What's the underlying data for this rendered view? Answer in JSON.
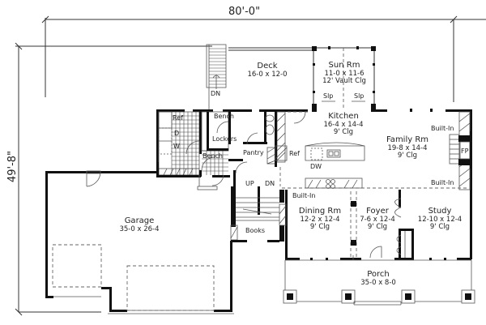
{
  "plan": {
    "overall_width": "80'-0\"",
    "overall_depth": "49'-8\"",
    "rooms": [
      {
        "id": "deck",
        "name": "Deck",
        "dims": "16-0 x 12-0",
        "ceiling": ""
      },
      {
        "id": "sun-rm",
        "name": "Sun Rm",
        "dims": "11-0 x 11-6",
        "ceiling": "12' Vault Clg"
      },
      {
        "id": "kitchen",
        "name": "Kitchen",
        "dims": "16-4 x 14-4",
        "ceiling": "9' Clg"
      },
      {
        "id": "family-rm",
        "name": "Family Rm",
        "dims": "19-8 x 14-4",
        "ceiling": "9' Clg"
      },
      {
        "id": "garage",
        "name": "Garage",
        "dims": "35-0 x 26-4",
        "ceiling": ""
      },
      {
        "id": "dining-rm",
        "name": "Dining Rm",
        "dims": "12-2 x 12-4",
        "ceiling": "9' Clg"
      },
      {
        "id": "foyer",
        "name": "Foyer",
        "dims": "7-6 x 12-4",
        "ceiling": "9' Clg"
      },
      {
        "id": "study",
        "name": "Study",
        "dims": "12-10 x 12-4",
        "ceiling": "9' Clg"
      },
      {
        "id": "porch",
        "name": "Porch",
        "dims": "35-0 x 8-0",
        "ceiling": ""
      }
    ],
    "annotations": {
      "deck_stair": "DN",
      "slp_left": "Slp",
      "slp_right": "Slp",
      "ref_mud": "Ref",
      "dryer": "D",
      "washer": "W",
      "bench_top": "Bench",
      "lockers": "Lockers",
      "bench_bottom": "Bench",
      "pantry": "Pantry",
      "ref_kitchen": "Ref",
      "dw": "DW",
      "built_in_top": "Built-In",
      "built_in_bottom": "Built-In",
      "fireplace": "FP",
      "stair_up": "UP",
      "stair_dn": "DN",
      "built_in_dining": "Built-In",
      "books": "Books"
    }
  }
}
